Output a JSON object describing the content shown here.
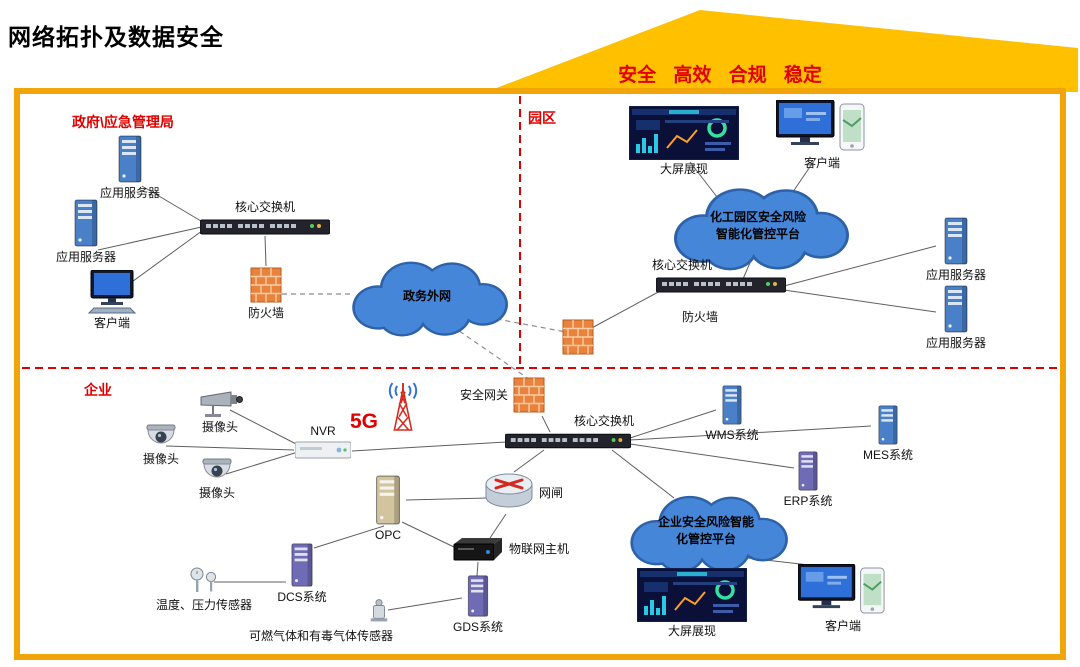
{
  "page": {
    "title": "网络拓扑及数据安全",
    "banner": "安全 高效 合规 稳定"
  },
  "zones": {
    "government": "政府\\应急管理局",
    "park": "园区",
    "enterprise": "企业"
  },
  "clouds": {
    "gov_extranet": "政务外网",
    "park_platform_line1": "化工园区安全风险",
    "park_platform_line2": "智能化管控平台",
    "ent_platform_line1": "企业安全风险智能",
    "ent_platform_line2": "化管控平台"
  },
  "nodes": {
    "gov_app_server1": "应用服务器",
    "gov_app_server2": "应用服务器",
    "gov_client": "客户端",
    "gov_core_switch": "核心交换机",
    "gov_firewall": "防火墙",
    "park_big_screen": "大屏展现",
    "park_client": "客户端",
    "park_core_switch": "核心交换机",
    "park_firewall": "防火墙",
    "park_app_server1": "应用服务器",
    "park_app_server2": "应用服务器",
    "ent_camera1": "摄像头",
    "ent_camera2": "摄像头",
    "ent_camera3": "摄像头",
    "ent_nvr": "NVR",
    "ent_5g": "5G",
    "ent_gateway": "安全网关",
    "ent_core_switch": "核心交换机",
    "ent_netgap": "网闸",
    "ent_opc": "OPC",
    "ent_iot_host": "物联网主机",
    "ent_dcs": "DCS系统",
    "ent_temp_sensor": "温度、压力传感器",
    "ent_gas_sensor": "可燃气体和有毒气体传感器",
    "ent_gds": "GDS系统",
    "ent_wms": "WMS系统",
    "ent_mes": "MES系统",
    "ent_erp": "ERP系统",
    "ent_big_screen": "大屏展现",
    "ent_client": "客户端"
  },
  "colors": {
    "border": "#F2A50A",
    "banner_bg": "#FFC000",
    "red": "#E00000",
    "cloud": "#4586D8"
  }
}
